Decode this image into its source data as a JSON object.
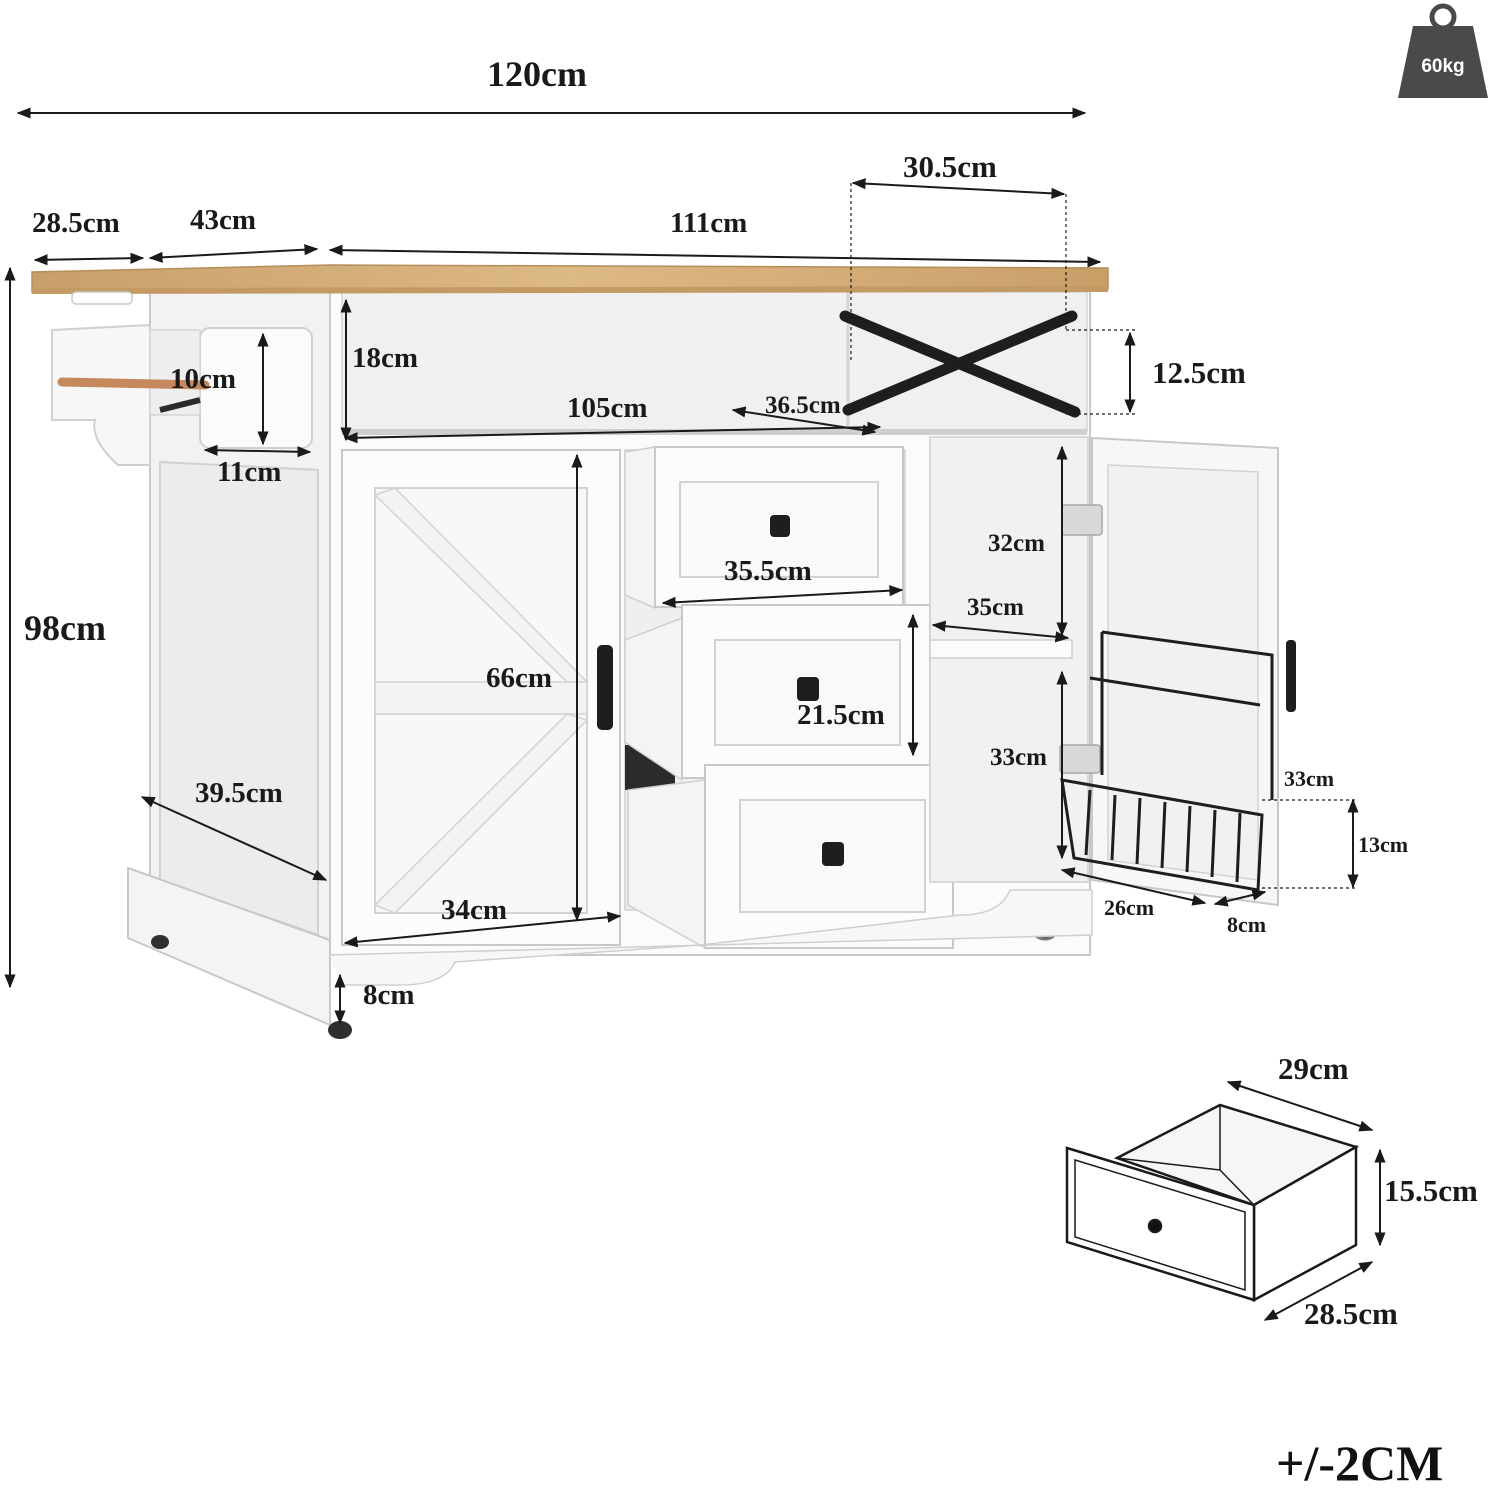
{
  "weight_badge": {
    "label": "60kg",
    "icon": "weight-icon"
  },
  "tolerance": "+/-2CM",
  "dimensions": {
    "overall_width": "120cm",
    "overall_height": "98cm",
    "top_extension": "28.5cm",
    "side_depth_top": "43cm",
    "main_top_width": "111cm",
    "x_rack_width": "30.5cm",
    "x_rack_height": "12.5cm",
    "open_shelf_height": "18cm",
    "open_shelf_width": "105cm",
    "drawer_depth_top": "36.5cm",
    "towel_holder_height": "10cm",
    "towel_holder_width": "11cm",
    "barn_door_height": "66cm",
    "barn_door_width": "34cm",
    "side_depth": "39.5cm",
    "base_height": "8cm",
    "drawer_width": "35.5cm",
    "drawer_height": "21.5cm",
    "cabinet_upper_height": "32cm",
    "cabinet_shelf_depth": "35cm",
    "cabinet_lower_height": "33cm",
    "rack_height": "33cm",
    "basket_height": "13cm",
    "basket_width": "26cm",
    "basket_depth": "8cm"
  },
  "drawer_detail": {
    "width": "29cm",
    "height": "15.5cm",
    "depth": "28.5cm"
  },
  "colors": {
    "wood_top": "#d2ac78",
    "cabinet_white": "#fafafa",
    "outline": "#c8c8c8",
    "hardware": "#1e1e1e",
    "badge": "#4a4a4a"
  }
}
